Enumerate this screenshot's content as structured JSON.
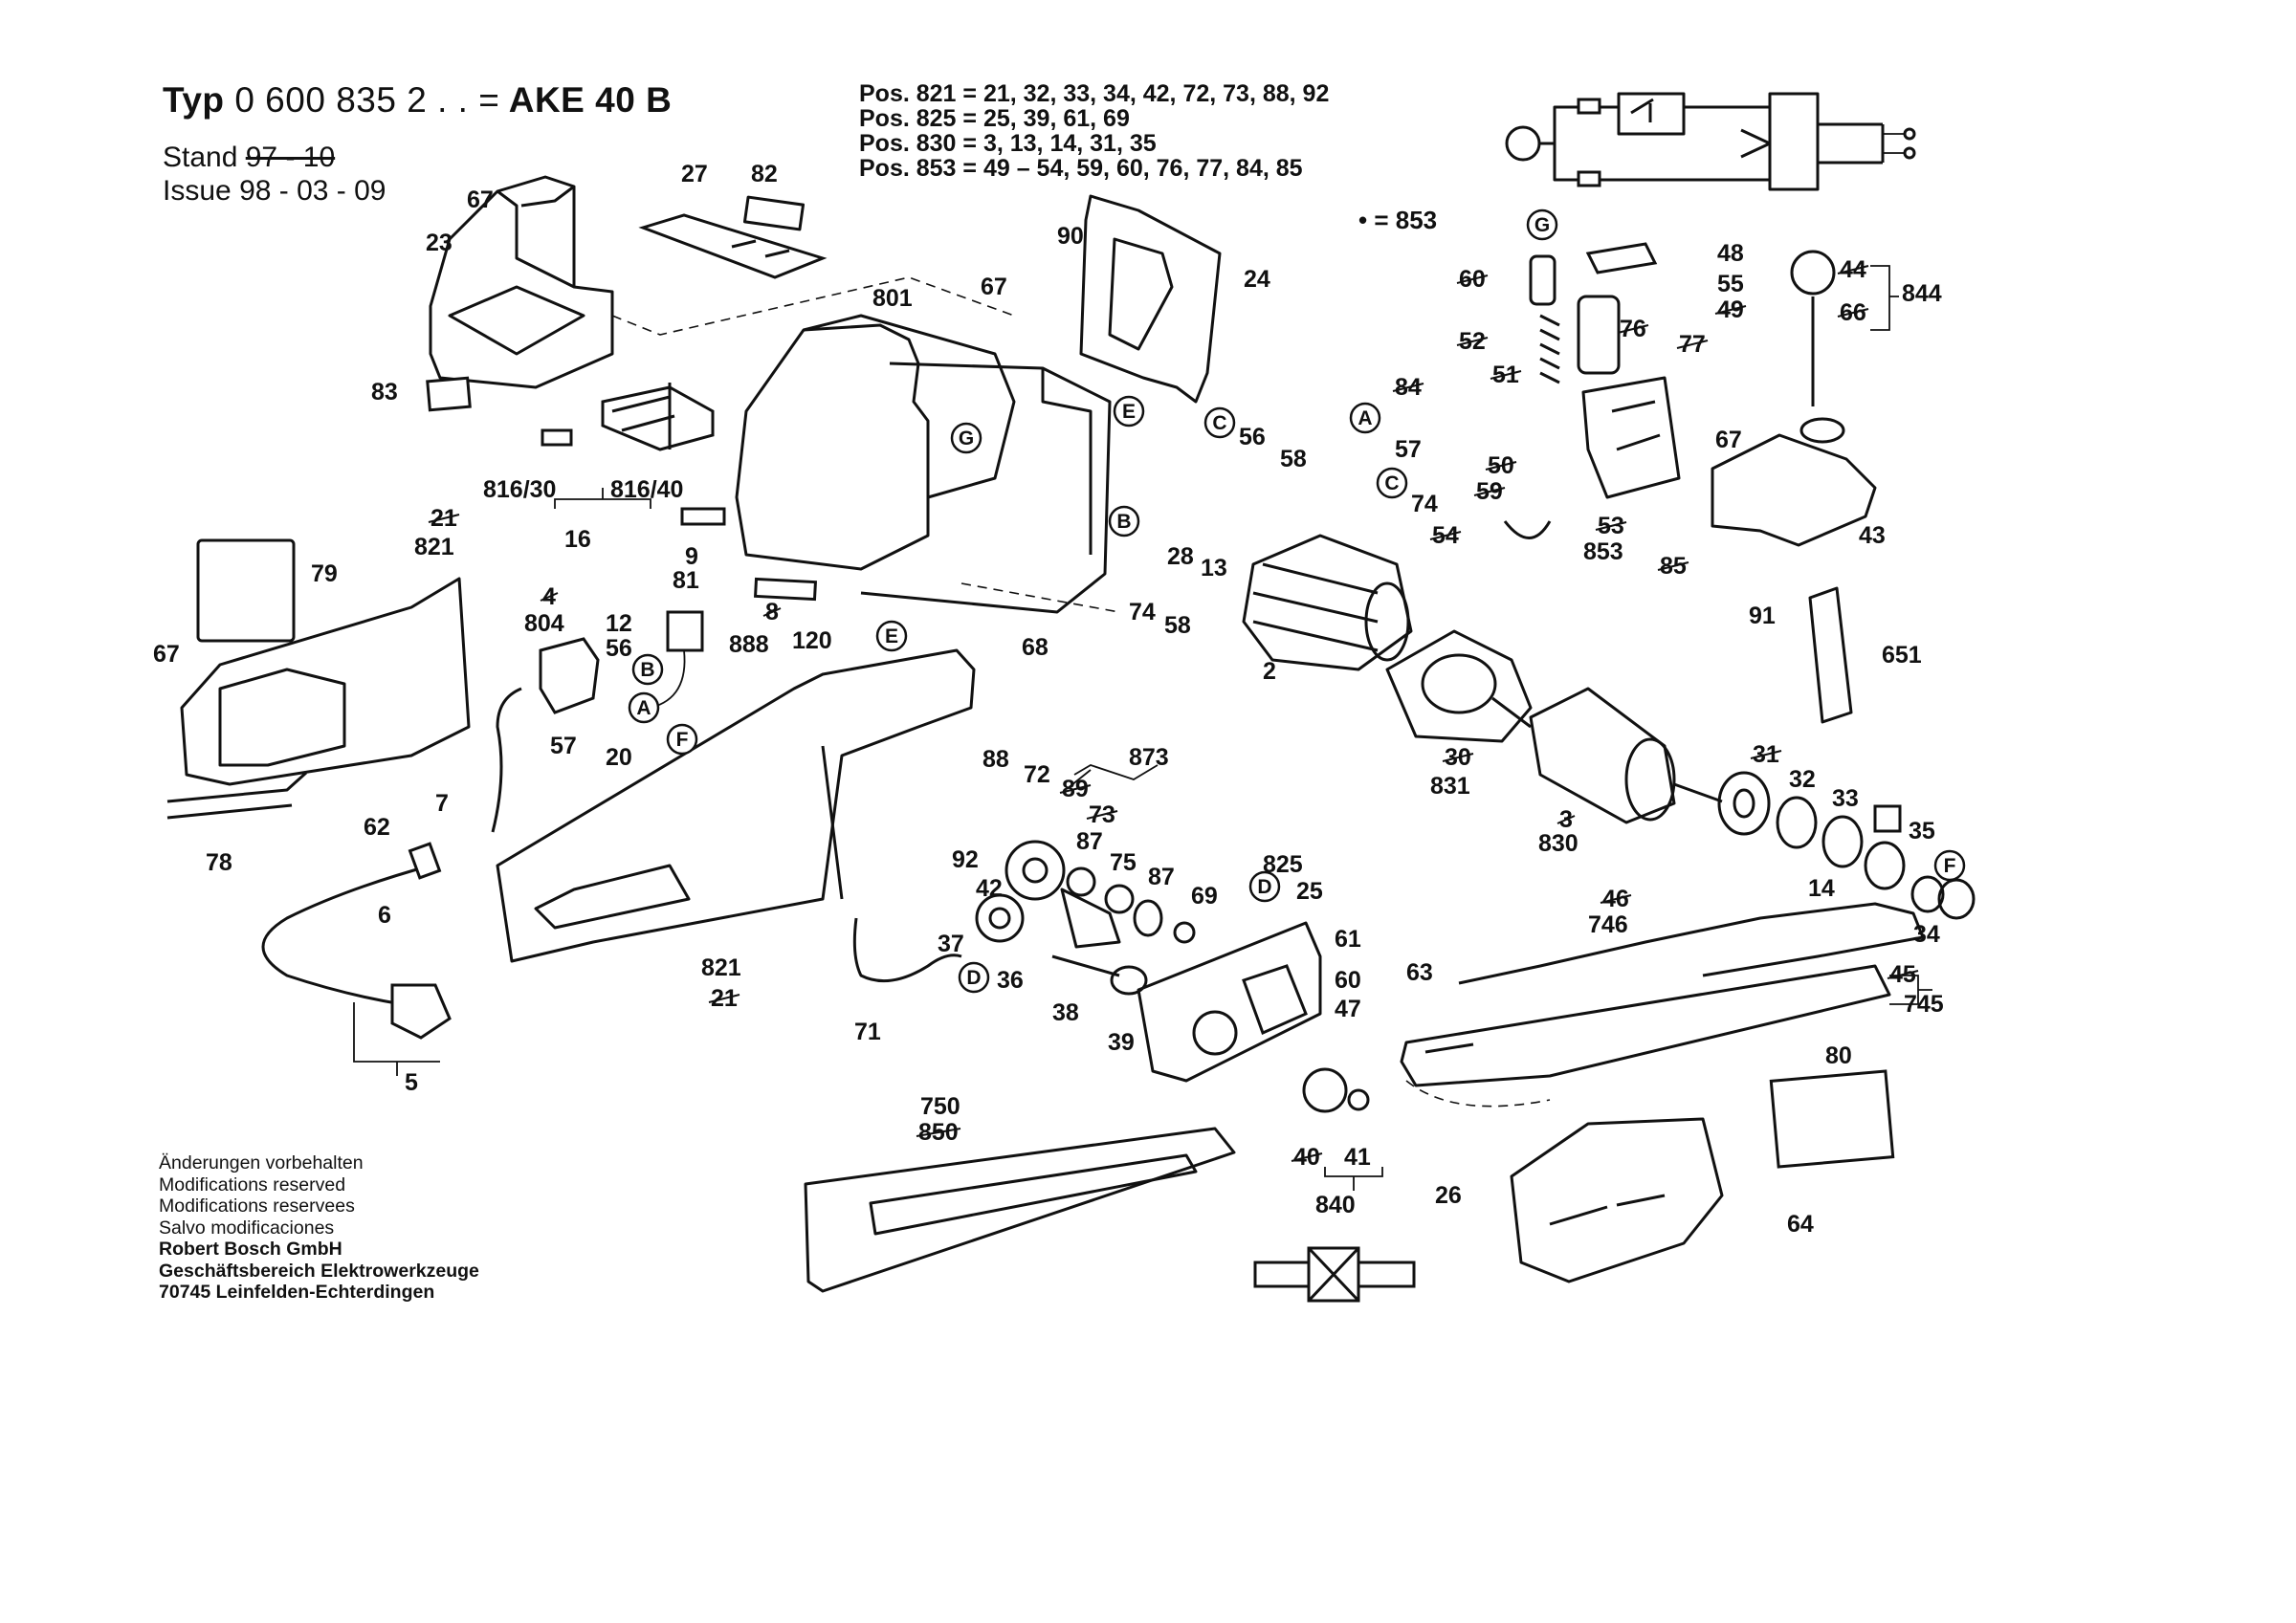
{
  "header": {
    "typ_prefix": "Typ",
    "typ_number": "0 600 835",
    "typ_suffix": "2 . . =",
    "model": "AKE 40 B",
    "stand_label": "Stand",
    "stand_value": "97 - 10",
    "issue_label": "Issue",
    "issue_value": "98 - 03 - 09"
  },
  "positions": {
    "pos821": "Pos. 821 = 21, 32, 33, 34, 42, 72, 73, 88, 92",
    "pos825": "Pos. 825 = 25, 39, 61, 69",
    "pos830": "Pos. 830 = 3, 13, 14, 31, 35",
    "pos853": "Pos. 853 = 49 – 54, 59, 60, 76, 77, 84, 85"
  },
  "legend": {
    "dot853": "• = 853"
  },
  "footer": {
    "line1": "Änderungen vorbehalten",
    "line2": "Modifications reserved",
    "line3": "Modifications reservees",
    "line4": "Salvo modificaciones",
    "company": "Robert Bosch GmbH",
    "division": "Geschäftsbereich Elektrowerkzeuge",
    "address": "70745 Leinfelden-Echterdingen"
  },
  "part_labels": [
    {
      "id": "67a",
      "text": "67"
    },
    {
      "id": "23",
      "text": "23"
    },
    {
      "id": "27",
      "text": "27"
    },
    {
      "id": "82",
      "text": "82"
    },
    {
      "id": "90",
      "text": "90"
    },
    {
      "id": "24",
      "text": "24"
    },
    {
      "id": "801",
      "text": "801"
    },
    {
      "id": "67b",
      "text": "67"
    },
    {
      "id": "83",
      "text": "83"
    },
    {
      "id": "81630",
      "text": "816/30"
    },
    {
      "id": "81640",
      "text": "816/40"
    },
    {
      "id": "16",
      "text": "16"
    },
    {
      "id": "9",
      "text": "9"
    },
    {
      "id": "81",
      "text": "81"
    },
    {
      "id": "8",
      "text": "8"
    },
    {
      "id": "888",
      "text": "888"
    },
    {
      "id": "120",
      "text": "120"
    },
    {
      "id": "21a",
      "text": "21"
    },
    {
      "id": "821a",
      "text": "821"
    },
    {
      "id": "79",
      "text": "79"
    },
    {
      "id": "804",
      "text": "804"
    },
    {
      "id": "4",
      "text": "4"
    },
    {
      "id": "12",
      "text": "12"
    },
    {
      "id": "56a",
      "text": "56"
    },
    {
      "id": "67c",
      "text": "67"
    },
    {
      "id": "57a",
      "text": "57"
    },
    {
      "id": "20",
      "text": "20"
    },
    {
      "id": "7",
      "text": "7"
    },
    {
      "id": "62",
      "text": "62"
    },
    {
      "id": "78",
      "text": "78"
    },
    {
      "id": "6",
      "text": "6"
    },
    {
      "id": "5",
      "text": "5"
    },
    {
      "id": "68",
      "text": "68"
    },
    {
      "id": "821b",
      "text": "821"
    },
    {
      "id": "21b",
      "text": "21"
    },
    {
      "id": "71",
      "text": "71"
    },
    {
      "id": "88",
      "text": "88"
    },
    {
      "id": "72",
      "text": "72"
    },
    {
      "id": "89",
      "text": "89"
    },
    {
      "id": "873",
      "text": "873"
    },
    {
      "id": "73",
      "text": "73"
    },
    {
      "id": "92",
      "text": "92"
    },
    {
      "id": "42",
      "text": "42"
    },
    {
      "id": "87a",
      "text": "87"
    },
    {
      "id": "75",
      "text": "75"
    },
    {
      "id": "87b",
      "text": "87"
    },
    {
      "id": "69",
      "text": "69"
    },
    {
      "id": "37",
      "text": "37"
    },
    {
      "id": "36",
      "text": "36"
    },
    {
      "id": "38",
      "text": "38"
    },
    {
      "id": "39",
      "text": "39"
    },
    {
      "id": "825",
      "text": "825"
    },
    {
      "id": "25",
      "text": "25"
    },
    {
      "id": "61",
      "text": "61"
    },
    {
      "id": "60",
      "text": "60"
    },
    {
      "id": "47",
      "text": "47"
    },
    {
      "id": "63",
      "text": "63"
    },
    {
      "id": "40",
      "text": "40"
    },
    {
      "id": "41",
      "text": "41"
    },
    {
      "id": "840",
      "text": "840"
    },
    {
      "id": "750",
      "text": "750"
    },
    {
      "id": "850",
      "text": "850"
    },
    {
      "id": "56b",
      "text": "56"
    },
    {
      "id": "58a",
      "text": "58"
    },
    {
      "id": "28",
      "text": "28"
    },
    {
      "id": "13",
      "text": "13"
    },
    {
      "id": "74a",
      "text": "74"
    },
    {
      "id": "58b",
      "text": "58"
    },
    {
      "id": "2",
      "text": "2"
    },
    {
      "id": "30",
      "text": "30"
    },
    {
      "id": "831",
      "text": "831"
    },
    {
      "id": "3",
      "text": "3"
    },
    {
      "id": "830",
      "text": "830"
    },
    {
      "id": "31",
      "text": "31"
    },
    {
      "id": "32",
      "text": "32"
    },
    {
      "id": "33",
      "text": "33"
    },
    {
      "id": "35",
      "text": "35"
    },
    {
      "id": "14",
      "text": "14"
    },
    {
      "id": "34",
      "text": "34"
    },
    {
      "id": "46",
      "text": "46"
    },
    {
      "id": "746",
      "text": "746"
    },
    {
      "id": "45",
      "text": "45"
    },
    {
      "id": "745",
      "text": "745"
    },
    {
      "id": "80",
      "text": "80"
    },
    {
      "id": "26",
      "text": "26"
    },
    {
      "id": "64",
      "text": "64"
    },
    {
      "id": "48",
      "text": "48"
    },
    {
      "id": "60b",
      "text": "60"
    },
    {
      "id": "55",
      "text": "55"
    },
    {
      "id": "49",
      "text": "49"
    },
    {
      "id": "52",
      "text": "52"
    },
    {
      "id": "76",
      "text": "76"
    },
    {
      "id": "77",
      "text": "77"
    },
    {
      "id": "84",
      "text": "84"
    },
    {
      "id": "51",
      "text": "51"
    },
    {
      "id": "57b",
      "text": "57"
    },
    {
      "id": "67d",
      "text": "67"
    },
    {
      "id": "50",
      "text": "50"
    },
    {
      "id": "59",
      "text": "59"
    },
    {
      "id": "74b",
      "text": "74"
    },
    {
      "id": "54",
      "text": "54"
    },
    {
      "id": "53",
      "text": "53"
    },
    {
      "id": "853",
      "text": "853"
    },
    {
      "id": "85",
      "text": "85"
    },
    {
      "id": "44",
      "text": "44"
    },
    {
      "id": "844",
      "text": "844"
    },
    {
      "id": "66",
      "text": "66"
    },
    {
      "id": "43",
      "text": "43"
    },
    {
      "id": "91",
      "text": "91"
    },
    {
      "id": "651",
      "text": "651"
    }
  ],
  "circle_markers": {
    "A": "A",
    "B": "B",
    "C": "C",
    "D": "D",
    "E": "E",
    "F": "F",
    "G": "G"
  }
}
